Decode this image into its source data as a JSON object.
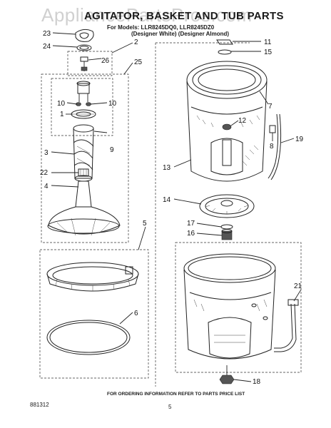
{
  "watermark": "AppliancePartsPros.com",
  "title": "AGITATOR, BASKET AND TUB PARTS",
  "models_line": "For Models: LLR8245DQ0, LLR8245DZ0",
  "variants_line": "(Designer White) (Designer Almond)",
  "footer_note": "FOR ORDERING INFORMATION REFER TO PARTS PRICE LIST",
  "doc_number": "881312",
  "page_number": "5",
  "callouts": [
    "23",
    "24",
    "2",
    "26",
    "25",
    "10",
    "10",
    "1",
    "9",
    "3",
    "22",
    "4",
    "5",
    "6",
    "11",
    "15",
    "7",
    "12",
    "8",
    "19",
    "13",
    "14",
    "17",
    "16",
    "21",
    "18"
  ]
}
